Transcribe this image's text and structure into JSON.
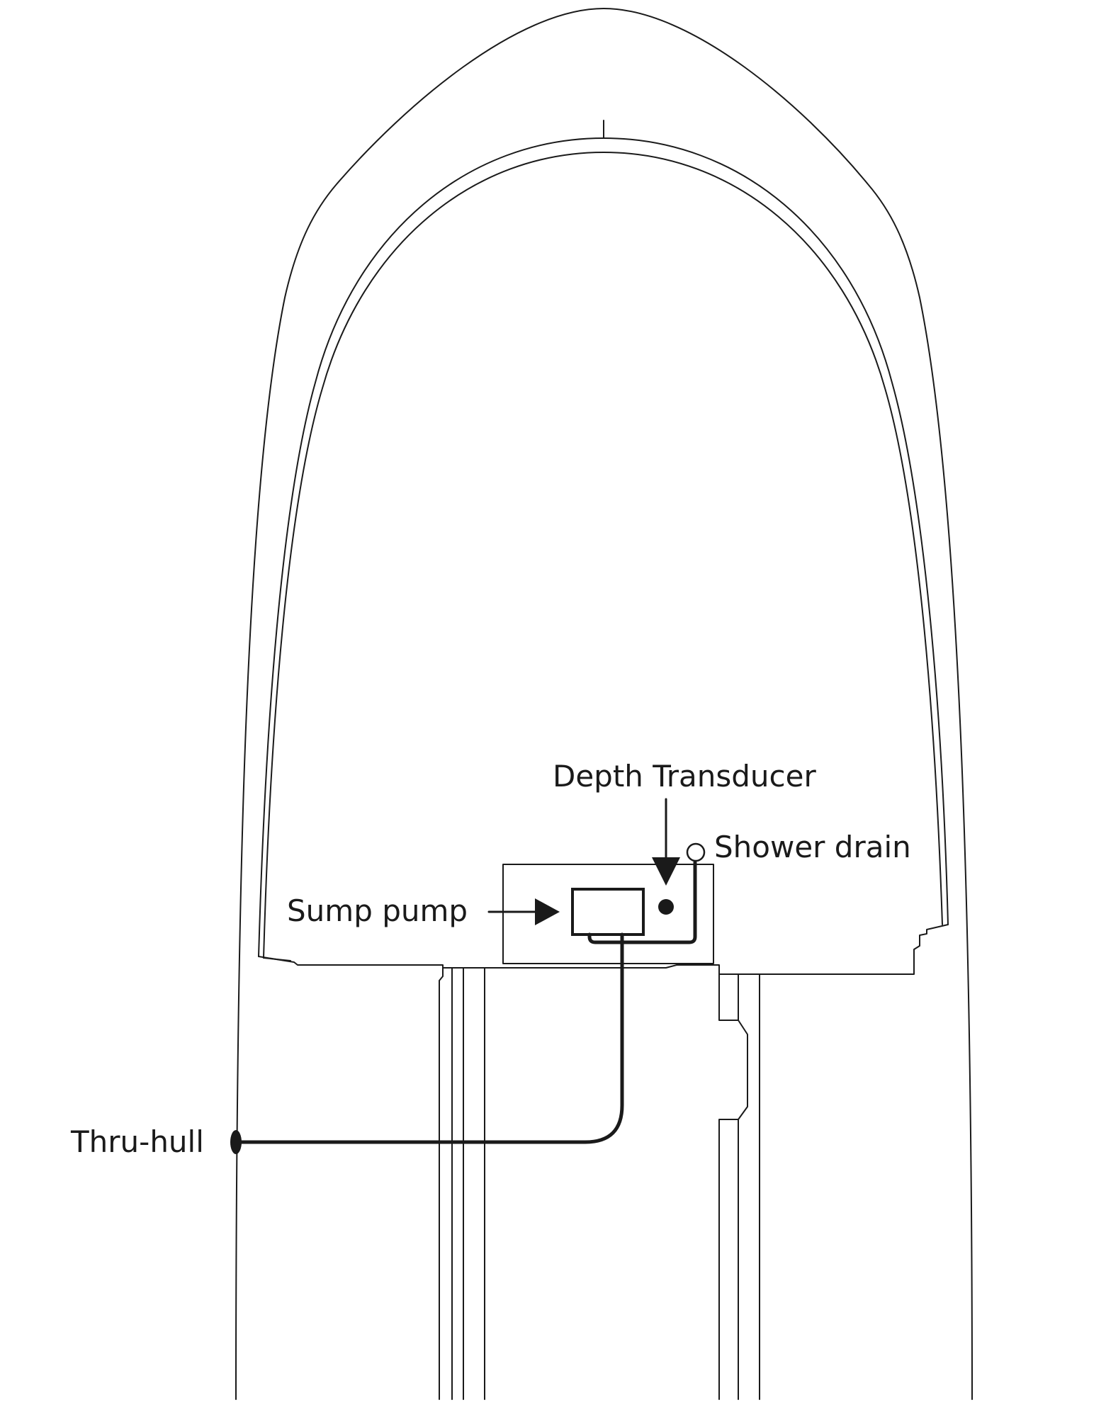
{
  "labels": {
    "depth_transducer": "Depth Transducer",
    "shower_drain": "Shower drain",
    "sump_pump": "Sump pump",
    "thru_hull": "Thru-hull"
  },
  "colors": {
    "line": "#1a1a1a",
    "background": "#ffffff"
  }
}
